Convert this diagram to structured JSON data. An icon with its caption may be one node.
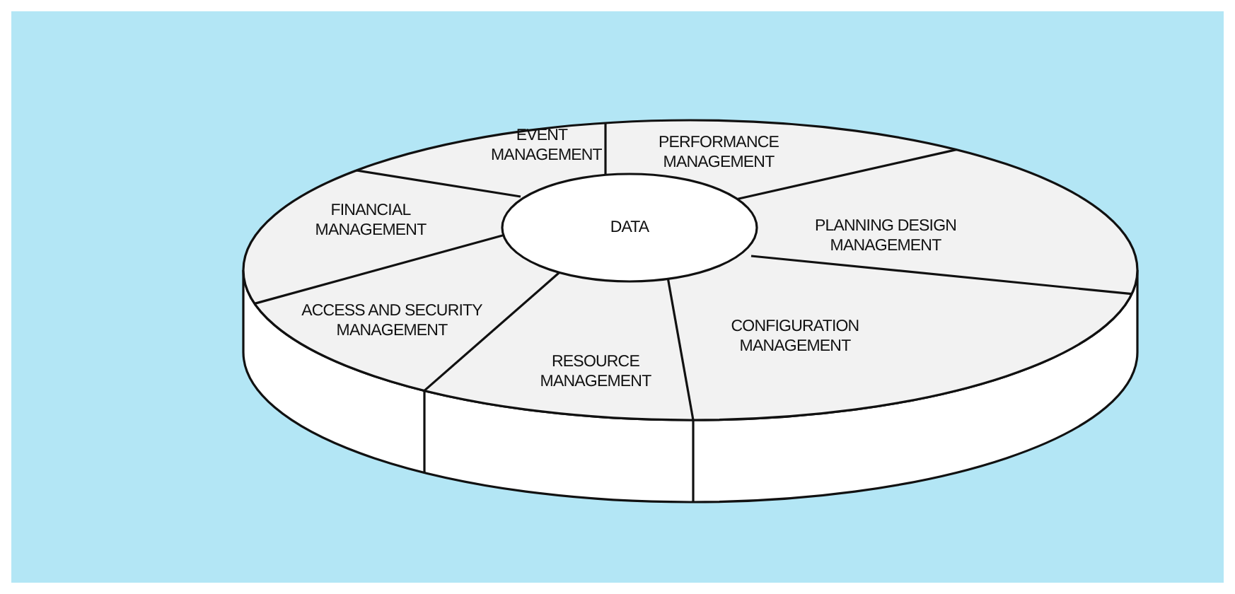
{
  "diagram": {
    "nodes": [
      {
        "text": [
          "EVENT MANAGEMENT"
        ]
      },
      {
        "text": [
          "PERFORMANCE MANAGEMENT"
        ]
      },
      {
        "text": [
          "FINANCIAL MANAGEMENT"
        ]
      },
      {
        "text": [
          "DATA"
        ]
      },
      {
        "text": [
          "PLANNING DESIGN MANAGEMENT"
        ]
      },
      {
        "text": [
          "ACCESS AND SECURITY MANAGEMENT"
        ]
      },
      {
        "text": [
          "CONFIGURATION MANAGEMENT"
        ]
      },
      {
        "text": [
          "RESOURCE MANAGEMENT"
        ]
      }
    ]
  }
}
